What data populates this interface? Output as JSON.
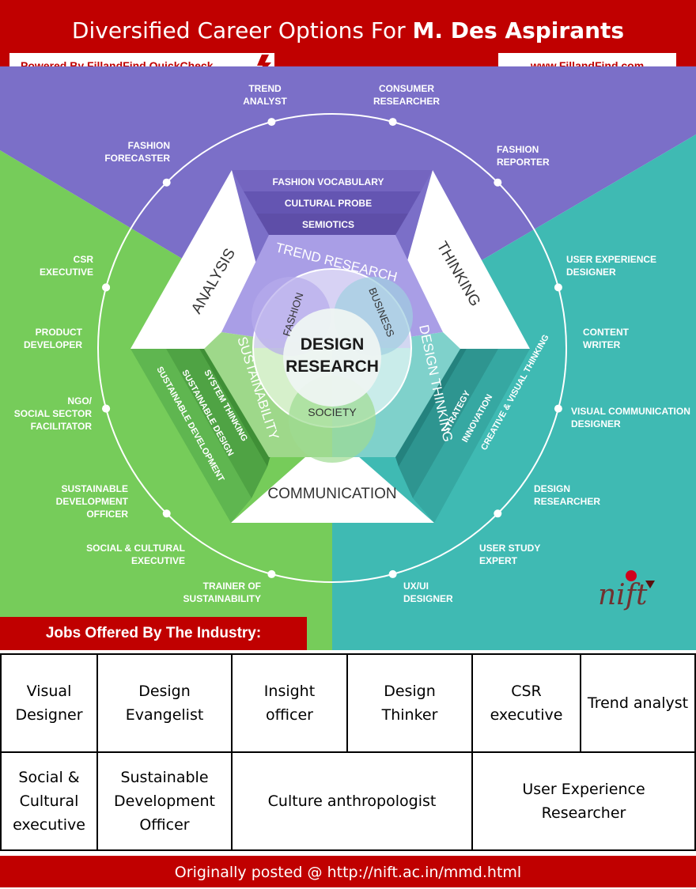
{
  "header": {
    "title_prefix": "Diversified Career Options For ",
    "title_bold": "M. Des Aspirants",
    "powered_by": "Powered By FillandFind QuickCheck",
    "site": "www.FillandFind.com"
  },
  "colors": {
    "brand_red": "#c00000",
    "purple": "#7b6fc8",
    "green": "#76cc5a",
    "teal": "#3fbab3",
    "purple_band": "#5e4ea8",
    "green_band": "#4fa344",
    "teal_band": "#2e9590"
  },
  "diagram": {
    "center": [
      "DESIGN",
      "RESEARCH"
    ],
    "core": {
      "trend_research": "TREND RESEARCH",
      "sustainability": "SUSTAINABILITY",
      "design_thinking": "DESIGN THINKING",
      "fashion": "FASHION",
      "business": "BUSINESS",
      "society": "SOCIETY"
    },
    "triangles": {
      "analysis": "ANALYSIS",
      "thinking": "THINKING",
      "communication": "COMMUNICATION"
    },
    "bands": {
      "top": [
        "FASHION VOCABULARY",
        "CULTURAL PROBE",
        "SEMIOTICS"
      ],
      "left": [
        "SYSTEM THINKING",
        "SUSTAINABLE DESIGN",
        "SUSTAINABLE DEVELOPMENT"
      ],
      "right": [
        "STRATEGY",
        "INNOVATION",
        "CREATIVE & VISUAL THINKING"
      ]
    },
    "careers_left": [
      [
        "FASHION",
        "FORECASTER"
      ],
      [
        "CSR",
        "EXECUTIVE"
      ],
      [
        "PRODUCT",
        "DEVELOPER"
      ],
      [
        "NGO/",
        "SOCIAL SECTOR",
        "FACILITATOR"
      ],
      [
        "SUSTAINABLE",
        "DEVELOPMENT",
        "OFFICER"
      ],
      [
        "SOCIAL & CULTURAL",
        "EXECUTIVE"
      ],
      [
        "TRAINER OF",
        "SUSTAINABILITY"
      ]
    ],
    "careers_top": [
      [
        "TREND",
        "ANALYST"
      ],
      [
        "CONSUMER",
        "RESEARCHER"
      ]
    ],
    "careers_right": [
      [
        "FASHION",
        "REPORTER"
      ],
      [
        "USER EXPERIENCE",
        "DESIGNER"
      ],
      [
        "CONTENT",
        "WRITER"
      ],
      [
        "VISUAL COMMUNICATION",
        "DESIGNER"
      ],
      [
        "DESIGN",
        "RESEARCHER"
      ],
      [
        "USER STUDY",
        "EXPERT"
      ],
      [
        "UX/UI",
        "DESIGNER"
      ]
    ],
    "logo_text": "nift"
  },
  "jobs": {
    "header": "Jobs Offered By The Industry:",
    "row1": [
      [
        "Visual",
        "Designer"
      ],
      [
        "Design",
        "Evangelist"
      ],
      [
        "Insight",
        "officer"
      ],
      [
        "Design",
        "Thinker"
      ],
      [
        "CSR",
        "executive"
      ],
      [
        "Trend analyst"
      ]
    ],
    "row2": [
      [
        "Social &",
        "Cultural",
        "executive"
      ],
      [
        "Sustainable",
        "Development",
        "Officer"
      ],
      [
        "Culture anthropologist"
      ],
      [
        "User Experience",
        "Researcher"
      ]
    ]
  },
  "footer": {
    "text": "Originally posted @ http://nift.ac.in/mmd.html"
  }
}
